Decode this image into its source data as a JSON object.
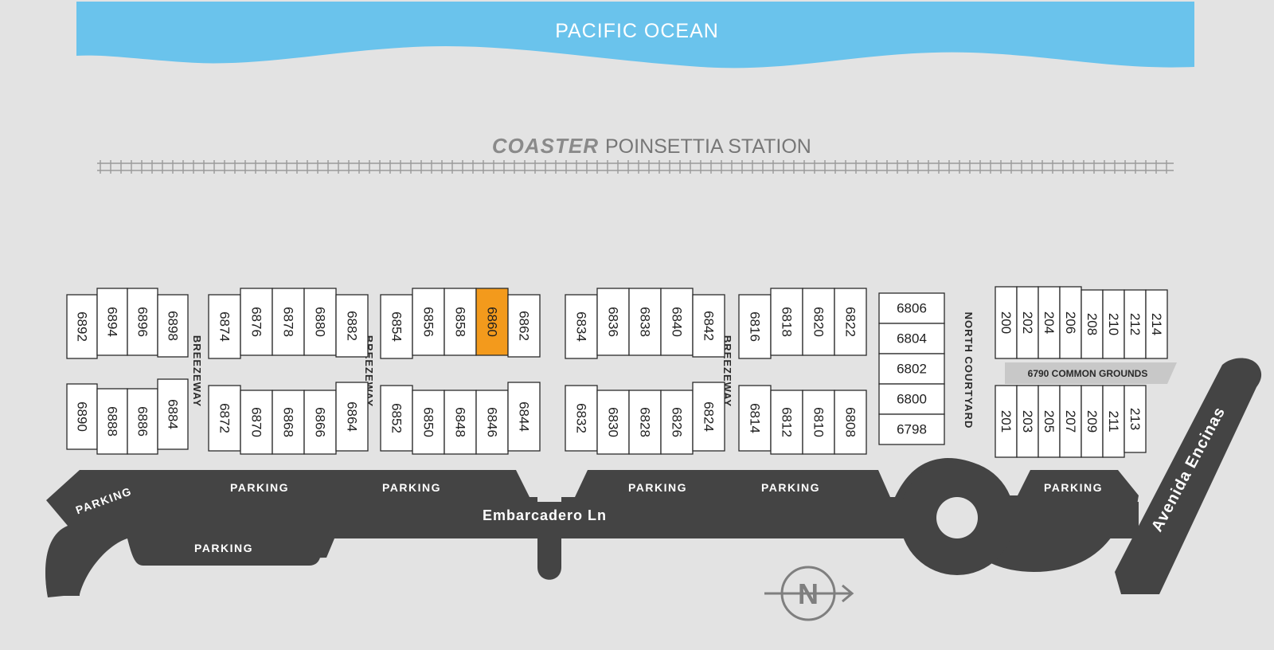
{
  "ocean_label": "PACIFIC OCEAN",
  "station": {
    "brand": "COASTER",
    "name": "POINSETTIA STATION"
  },
  "breezeway_label": "BREEZEWAY",
  "courtyard_label": "NORTH COURTYARD",
  "common_grounds_label": "6790 COMMON GROUNDS",
  "road_label": "Embarcadero Ln",
  "avenue_label": "Avenida Encinas",
  "parking_label": "PARKING",
  "north_label": "N",
  "selected_unit": "6860",
  "colors": {
    "ocean": "#6ac3ec",
    "road": "#444444",
    "selected": "#f39a1c",
    "background": "#e3e3e3"
  },
  "units": {
    "row1_a": [
      "6892",
      "6894",
      "6896",
      "6898"
    ],
    "row1_b": [
      "6874",
      "6876",
      "6878",
      "6880",
      "6882"
    ],
    "row1_c": [
      "6854",
      "6856",
      "6858",
      "6860",
      "6862"
    ],
    "row1_d": [
      "6834",
      "6836",
      "6838",
      "6840",
      "6842"
    ],
    "row1_e": [
      "6816",
      "6818",
      "6820",
      "6822"
    ],
    "row2_a": [
      "6890",
      "6888",
      "6886",
      "6884"
    ],
    "row2_b": [
      "6872",
      "6870",
      "6868",
      "6866",
      "6864"
    ],
    "row2_c": [
      "6852",
      "6850",
      "6848",
      "6846",
      "6844"
    ],
    "row2_d": [
      "6832",
      "6830",
      "6828",
      "6826",
      "6824"
    ],
    "row2_e": [
      "6814",
      "6812",
      "6810",
      "6808"
    ],
    "stack": [
      "6806",
      "6804",
      "6802",
      "6800",
      "6798"
    ],
    "east_top": [
      "200",
      "202",
      "204",
      "206",
      "208",
      "210",
      "212",
      "214"
    ],
    "east_bottom": [
      "201",
      "203",
      "205",
      "207",
      "209",
      "211",
      "213"
    ]
  }
}
